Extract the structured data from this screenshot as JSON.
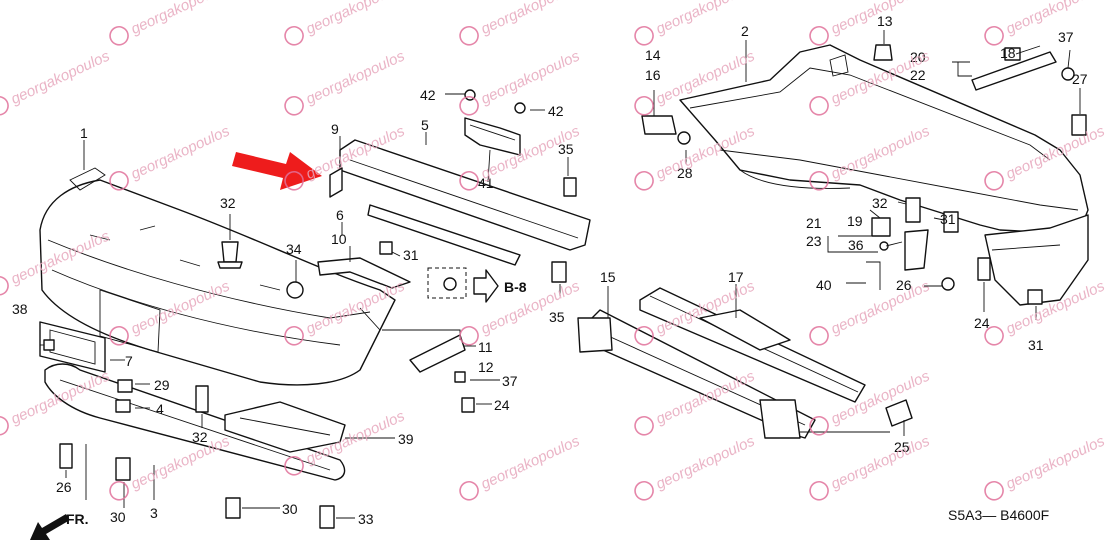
{
  "watermark": {
    "text": "georgakopoulos",
    "color": "#e7a7bd"
  },
  "arrow_color": "#ee1c1c",
  "reference": {
    "code_label": "S5A3— B4600F",
    "front_label": "FR.",
    "ref_label": "B-8"
  },
  "callouts": [
    "1",
    "2",
    "3",
    "4",
    "5",
    "6",
    "7",
    "9",
    "10",
    "11",
    "12",
    "13",
    "14",
    "15",
    "16",
    "17",
    "18",
    "19",
    "20",
    "21",
    "22",
    "23",
    "24",
    "25",
    "26",
    "27",
    "28",
    "29",
    "30",
    "31",
    "32",
    "33",
    "34",
    "35",
    "36",
    "37",
    "38",
    "39",
    "40",
    "41",
    "42"
  ]
}
